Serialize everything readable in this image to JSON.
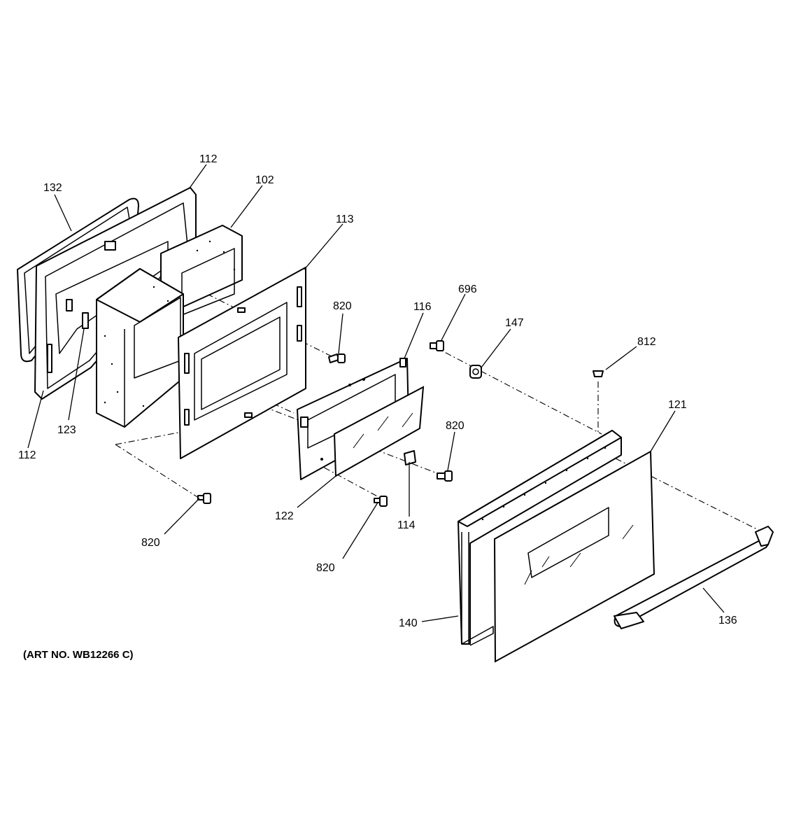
{
  "callouts": {
    "c112_top": "112",
    "c132": "132",
    "c102": "102",
    "c113": "113",
    "c820_a": "820",
    "c116": "116",
    "c696": "696",
    "c147": "147",
    "c812": "812",
    "c121": "121",
    "c123": "123",
    "c112_bottom": "112",
    "c820_b": "820",
    "c122": "122",
    "c114": "114",
    "c820_c": "820",
    "c820_d": "820",
    "c140": "140",
    "c136": "136"
  },
  "caption": "(ART NO. WB12266 C)"
}
